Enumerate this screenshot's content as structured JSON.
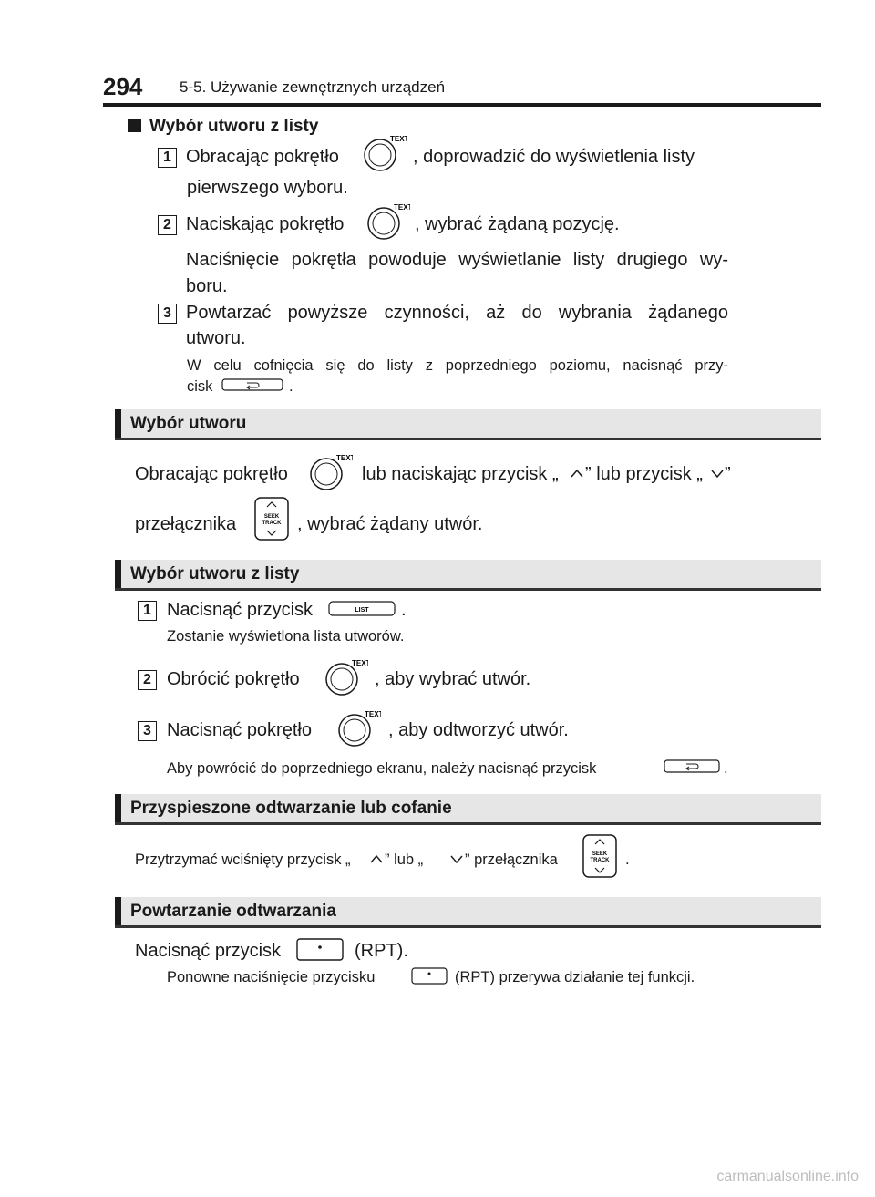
{
  "header": {
    "page_number": "294",
    "chapter": "5-5. Używanie zewnętrznych urządzeń"
  },
  "top_section": {
    "title": "Wybór utworu z listy",
    "step1_a": "Obracając pokrętło",
    "step1_b": ", doprowadzić do wyświetlenia listy",
    "step1_c": "pierwszego wyboru.",
    "step2_a": "Naciskając pokrętło",
    "step2_b": ", wybrać żądaną pozycję.",
    "step2_note_a": "Naciśnięcie pokrętła powoduje wyświetlanie listy drugiego wy-",
    "step2_note_b": "boru.",
    "step3_a": "Powtarzać powyższe czynności, aż do wybrania żądanego",
    "step3_b": "utworu.",
    "note_a": "W celu cofnięcia się do listy z poprzedniego poziomu, nacisnąć przy-",
    "note_b": "cisk",
    "note_c": "."
  },
  "sections": {
    "s1": {
      "title": "Wybór utworu",
      "line1_a": "Obracając pokrętło",
      "line1_b": "lub naciskając przycisk „",
      "line1_c": "” lub przycisk „",
      "line1_d": "”",
      "line2_a": "przełącznika",
      "line2_b": ", wybrać żądany utwór."
    },
    "s2": {
      "title": "Wybór utworu z listy",
      "step1_a": "Nacisnąć przycisk",
      "step1_b": ".",
      "step1_note": "Zostanie wyświetlona lista utworów.",
      "step2_a": "Obrócić pokrętło",
      "step2_b": ", aby wybrać utwór.",
      "step3_a": "Nacisnąć pokrętło",
      "step3_b": ", aby odtworzyć utwór.",
      "note_a": "Aby powrócić do poprzedniego ekranu, należy nacisnąć przycisk",
      "note_b": "."
    },
    "s3": {
      "title": "Przyspieszone odtwarzanie lub cofanie",
      "line_a": "Przytrzymać wciśnięty przycisk „",
      "line_b": "” lub „",
      "line_c": "” przełącznika",
      "line_d": "."
    },
    "s4": {
      "title": "Powtarzanie odtwarzania",
      "line_a": "Nacisnąć przycisk",
      "line_b": "(RPT).",
      "note_a": "Ponowne naciśnięcie przycisku",
      "note_b": "(RPT) przerywa działanie tej funkcji."
    }
  },
  "steps": {
    "one": "1",
    "two": "2",
    "three": "3"
  },
  "icons": {
    "knob_label": "TEXT",
    "seek_label_1": "SEEK",
    "seek_label_2": "TRACK",
    "list_label": "LIST"
  },
  "footer": {
    "watermark": "carmanualsonline.info"
  }
}
